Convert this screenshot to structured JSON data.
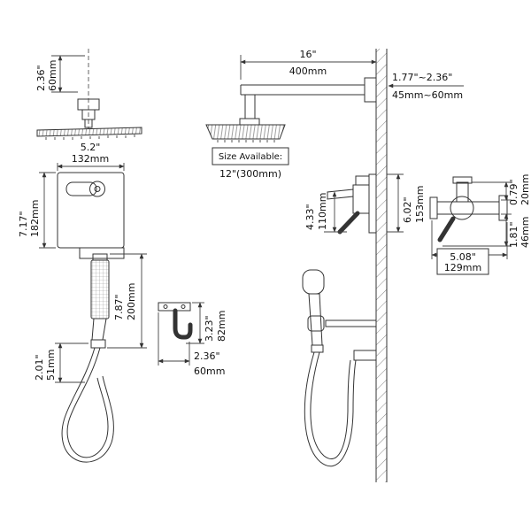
{
  "diagram": {
    "title": "shower-system-dimension-drawing",
    "colors": {
      "line": "#333333",
      "background": "#ffffff"
    },
    "size_available": {
      "label": "Size Available:",
      "value": "12\"(300mm)"
    },
    "dims": {
      "ceiling_drop": {
        "in": "2.36\"",
        "mm": "60mm"
      },
      "head_width": {
        "in": "5.2\"",
        "mm": "132mm"
      },
      "valve_height": {
        "in": "7.17\"",
        "mm": "182mm"
      },
      "handheld_length": {
        "in": "7.87\"",
        "mm": "200mm"
      },
      "handle_length": {
        "in": "2.01\"",
        "mm": "51mm"
      },
      "arm_length": {
        "in": "16\"",
        "mm": "400mm"
      },
      "wall_thickness": {
        "in": "1.77\"~2.36\"",
        "mm": "45mm~60mm"
      },
      "lever_length": {
        "in": "4.33\"",
        "mm": "110mm"
      },
      "trim_height": {
        "in": "6.02\"",
        "mm": "153mm"
      },
      "holder_height": {
        "in": "3.23\"",
        "mm": "82mm"
      },
      "holder_width": {
        "in": "2.36\"",
        "mm": "60mm"
      },
      "side_top_offset": {
        "in": "0.79\"",
        "mm": "20mm"
      },
      "side_bottom_offset": {
        "in": "1.81\"",
        "mm": "46mm"
      },
      "side_width": {
        "in": "5.08\"",
        "mm": "129mm"
      }
    }
  }
}
